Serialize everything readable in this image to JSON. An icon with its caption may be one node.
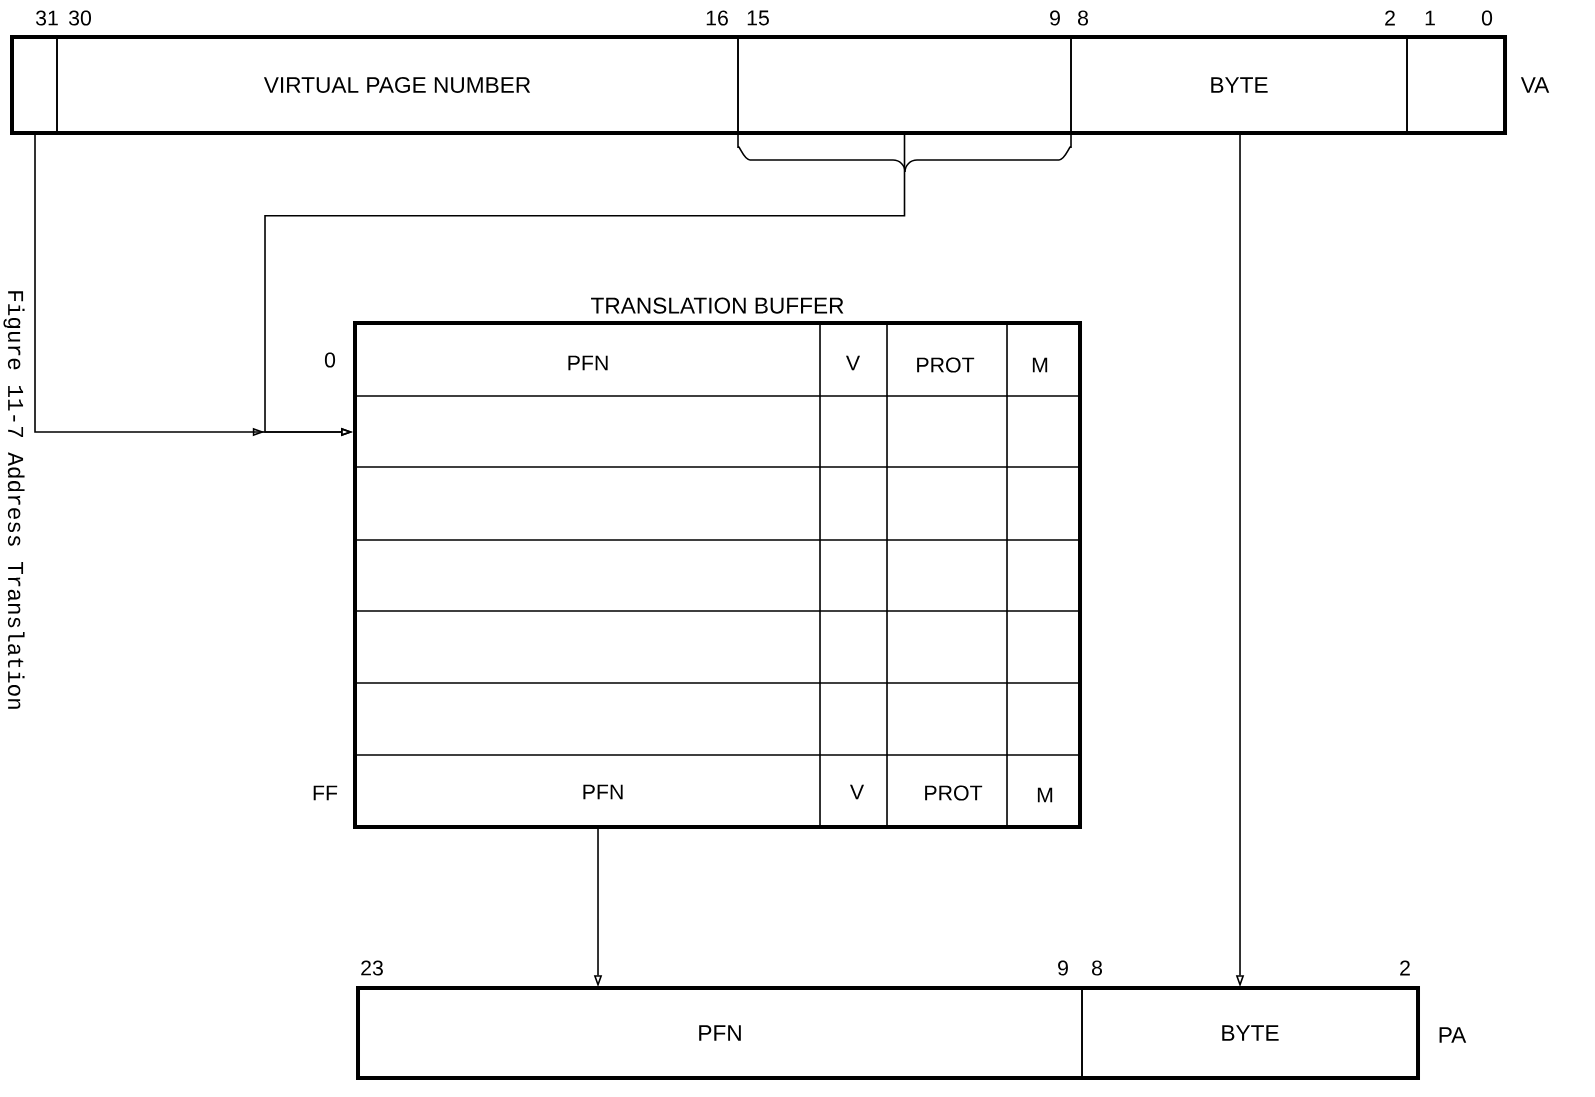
{
  "diagram": {
    "caption": "Figure 11-7 Address Translation",
    "nodes": [
      {
        "text": [],
        "shape": "box",
        "beside": [
          "VA"
        ]
      },
      {
        "text": [],
        "shape": "box",
        "in": 0
      },
      {
        "text": [
          "VIRTUAL PAGE NUMBER"
        ],
        "in": 0
      },
      {
        "text": [],
        "shape": "box",
        "in": 0
      },
      {
        "text": [
          "BYTE"
        ],
        "in": 0
      },
      {
        "text": [],
        "shape": "box",
        "in": 0
      },
      {
        "text": [
          "TRANSLATION BUFFER"
        ]
      },
      {
        "text": [],
        "shape": "box",
        "beside": [
          "PA"
        ]
      },
      {
        "text": [
          "PFN"
        ],
        "in": 7
      },
      {
        "text": [
          "BYTE"
        ],
        "in": 7
      }
    ],
    "edges": [
      {
        "from": 1,
        "to": 6,
        "arrow": "to"
      },
      {
        "from": 3,
        "to": 6,
        "arrow": "to"
      },
      {
        "from": 6,
        "to": 8,
        "arrow": "to"
      },
      {
        "from": 4,
        "to": 9,
        "arrow": "to"
      }
    ],
    "labels": [
      "31",
      "30",
      "16",
      "15",
      "9",
      "8",
      "2",
      "1",
      "0",
      "0",
      "PFN",
      "V",
      "PROT",
      "M",
      "FF",
      "PFN",
      "V",
      "PROT",
      "M",
      "23",
      "9",
      "8",
      "2"
    ]
  }
}
